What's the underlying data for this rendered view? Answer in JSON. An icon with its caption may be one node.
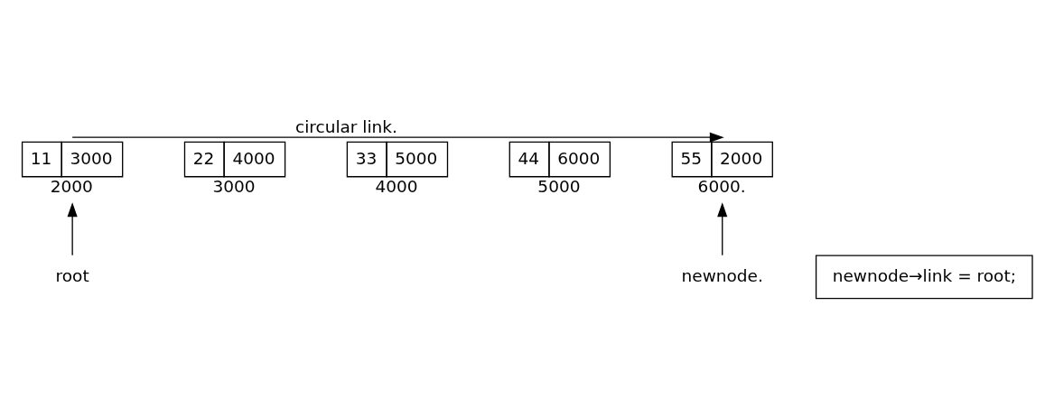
{
  "diagram": {
    "nodes": [
      {
        "text": [
          "11",
          "3000"
        ],
        "beside": [
          "2000"
        ]
      },
      {
        "text": [
          "22",
          "4000"
        ],
        "beside": [
          "3000"
        ]
      },
      {
        "text": [
          "33",
          "5000"
        ],
        "beside": [
          "4000"
        ]
      },
      {
        "text": [
          "44",
          "6000"
        ],
        "beside": [
          "5000"
        ]
      },
      {
        "text": [
          "55",
          "2000"
        ],
        "beside": [
          "6000."
        ]
      },
      {
        "text": [
          "root"
        ]
      },
      {
        "text": [
          "newnode."
        ]
      },
      {
        "text": [
          "newnode→link = root;"
        ]
      }
    ],
    "edges": [
      {
        "from": 0,
        "to": 4,
        "arrow": "to",
        "label": "circular link."
      },
      {
        "from": 5,
        "to": 0,
        "arrow": "to"
      },
      {
        "from": 6,
        "to": 4,
        "arrow": "to"
      }
    ]
  }
}
